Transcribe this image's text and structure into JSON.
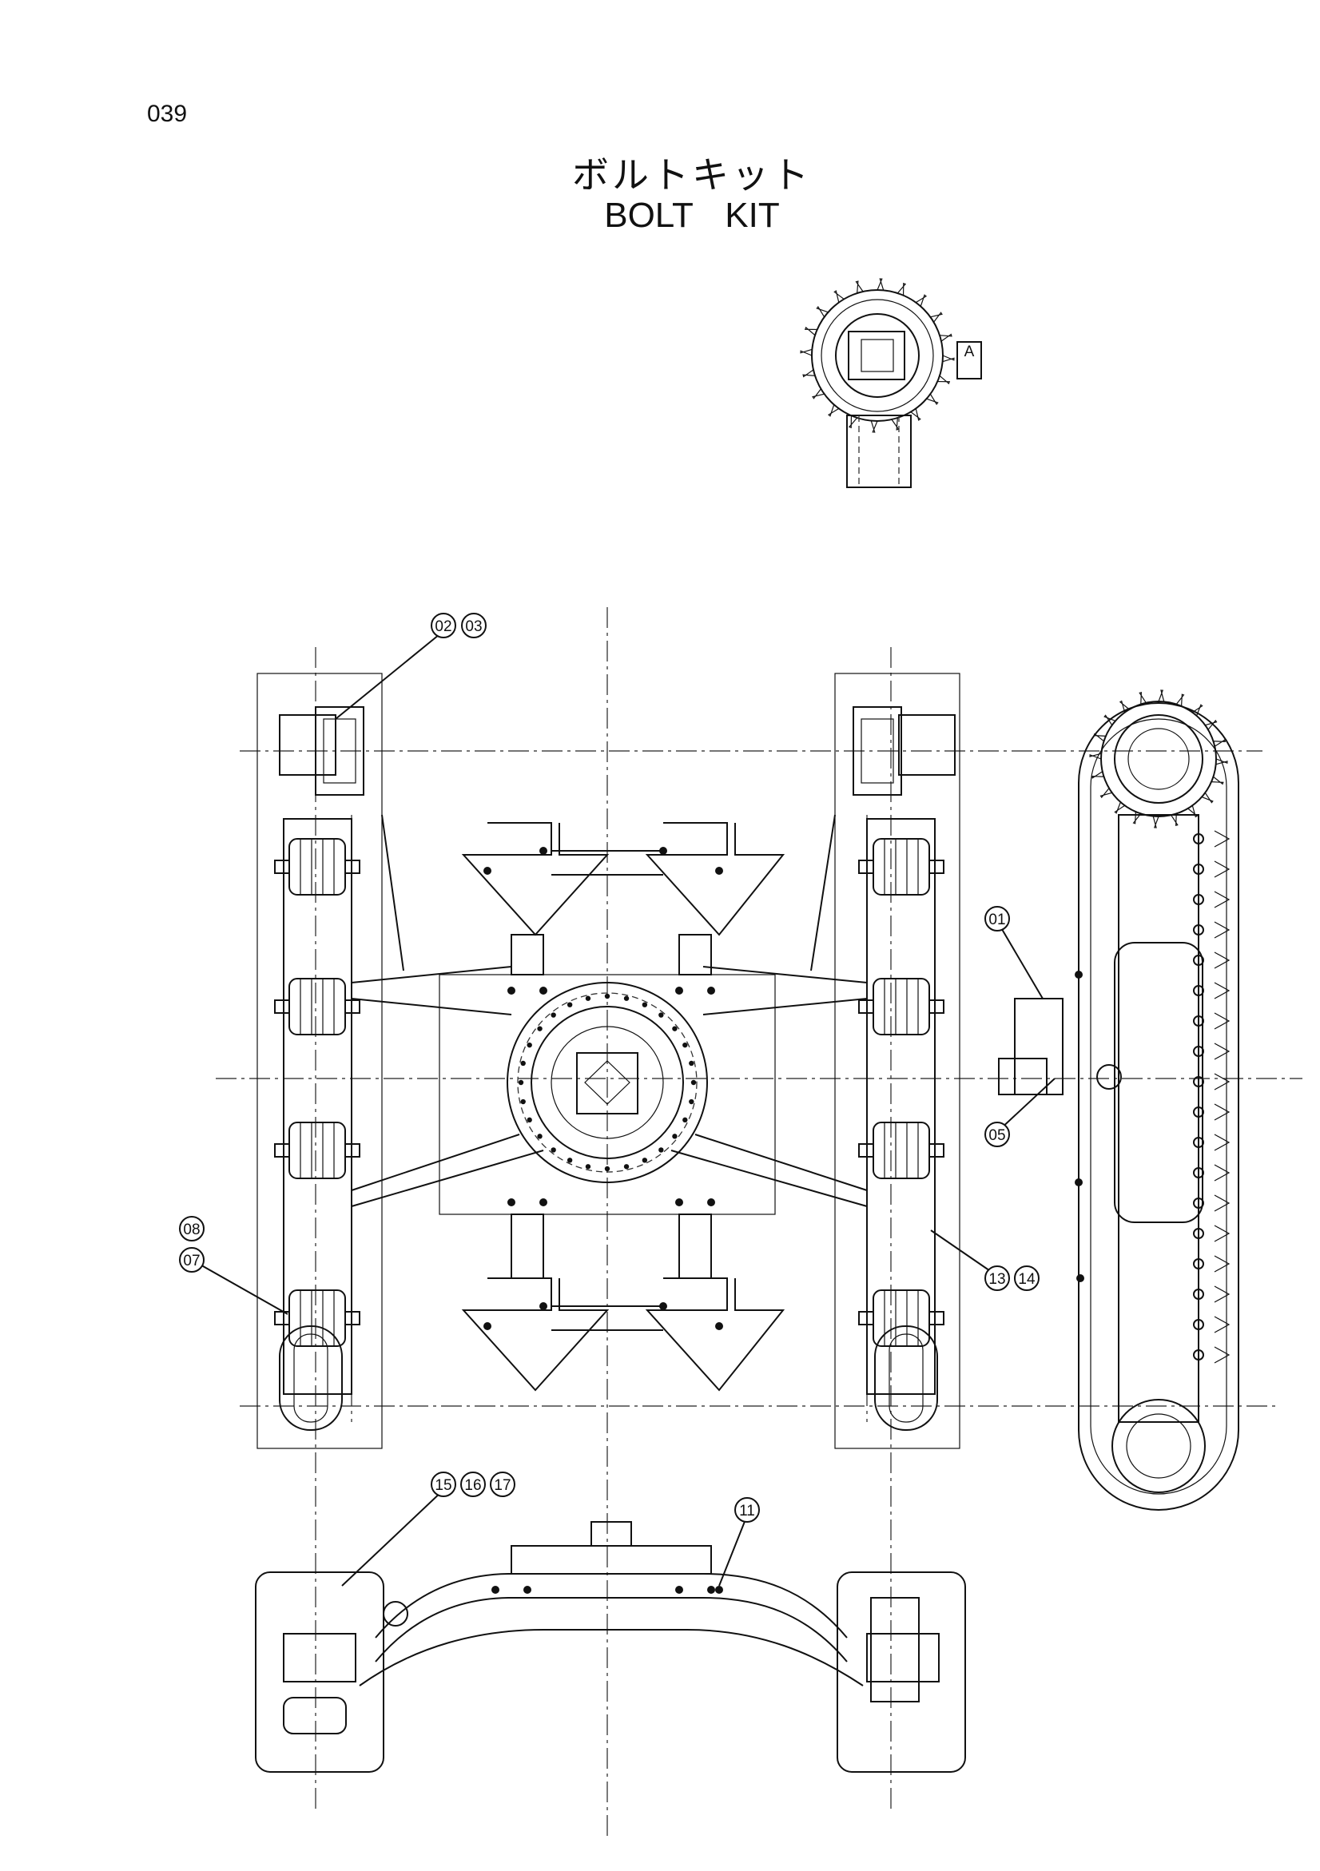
{
  "page_number": "039",
  "title": {
    "japanese": "ボルトキット",
    "english": "BOLT KIT"
  },
  "detail_label": "A",
  "callouts": [
    "01",
    "02",
    "03",
    "05",
    "07",
    "08",
    "11",
    "13",
    "14",
    "15",
    "16",
    "17"
  ]
}
